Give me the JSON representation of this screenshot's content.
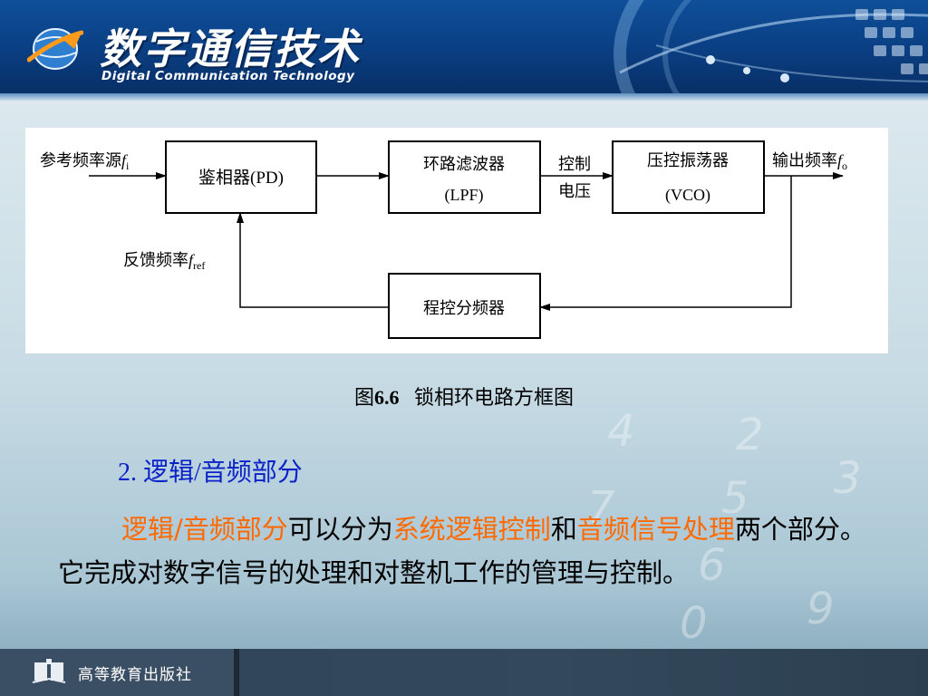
{
  "header": {
    "title_cn": "数字通信技术",
    "title_en": "Digital Communication Technology"
  },
  "diagram": {
    "source_label": "参考频率源",
    "source_symbol": "f",
    "source_sub": "i",
    "pd_label": "鉴相器(PD)",
    "lpf_label_1": "环路滤波器",
    "lpf_label_2": "(LPF)",
    "control_1": "控制",
    "control_2": "电压",
    "vco_label_1": "压控振荡器",
    "vco_label_2": "(VCO)",
    "output_label": "输出频率",
    "output_symbol": "f",
    "output_sub": "o",
    "feedback_label": "反馈频率",
    "feedback_symbol": "f",
    "feedback_sub": "ref",
    "divider_label": "程控分频器"
  },
  "caption": {
    "prefix": "图",
    "number": "6.6",
    "text": "锁相环电路方框图"
  },
  "section": {
    "heading": "2. 逻辑/音频部分"
  },
  "paragraph": {
    "part1": "逻辑/音频部分",
    "part2": "可以分为",
    "part3": "系统逻辑控制",
    "part4": "和",
    "part5": "音频信号处理",
    "part6": "两个部分。它完成对数字信号的处理和对整机工作的管理与控制。"
  },
  "footer": {
    "publisher": "高等教育出版社"
  },
  "decor_numbers": [
    "4",
    "2",
    "3",
    "7",
    "5",
    "6",
    "0",
    "9"
  ],
  "colors": {
    "header_blue": "#0a3e82",
    "heading_blue": "#0b22c8",
    "highlight_orange": "#ff6a00",
    "footer_dark": "#2f4456"
  }
}
